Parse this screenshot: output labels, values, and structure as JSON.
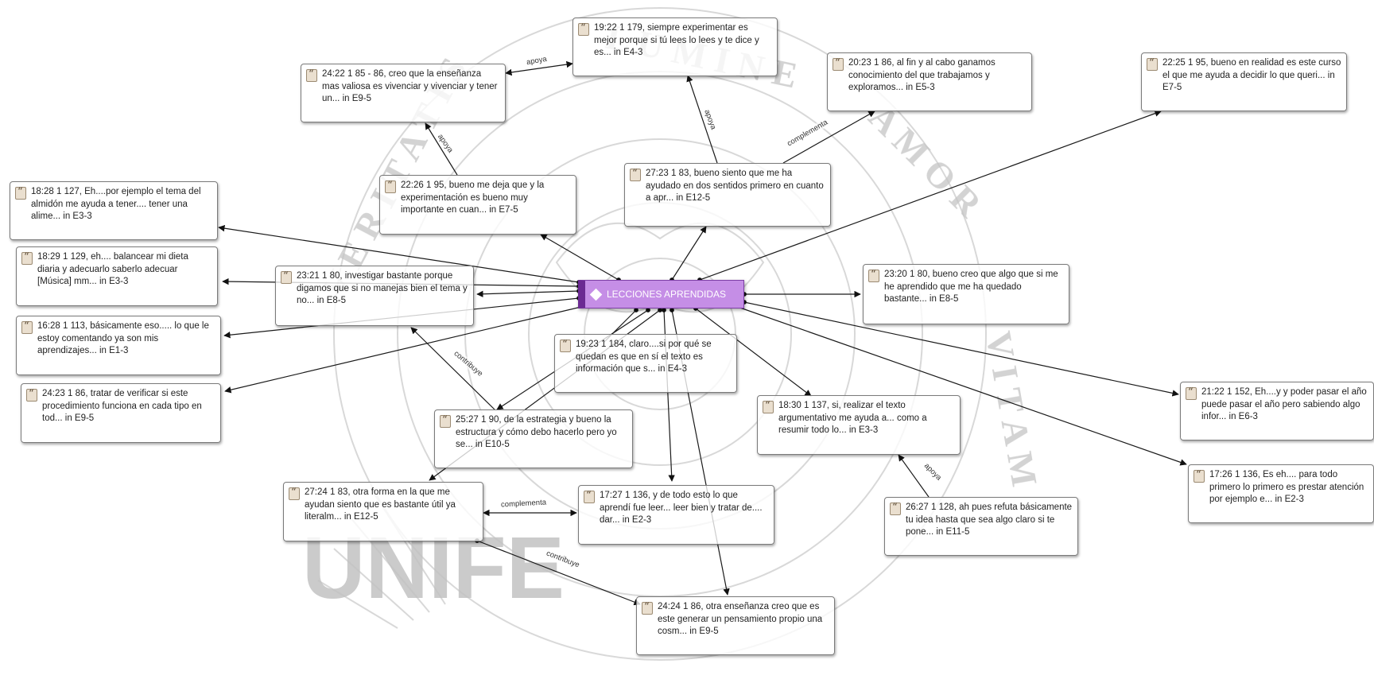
{
  "code": {
    "label": "LECCIONES APRENDIDAS",
    "color": "#c58ee6"
  },
  "quotes": [
    {
      "id": "q1",
      "text": "19:22 1 179, siempre experimentar es mejor porque si tú lees lo lees y te dice y es... in E4-3"
    },
    {
      "id": "q2",
      "text": "24:22 1 85 - 86, creo que la enseñanza mas valiosa es vivenciar y vivenciar y tener un... in E9-5"
    },
    {
      "id": "q3",
      "text": "20:23 1 86, al fin y al cabo ganamos conocimiento del que trabajamos y exploramos... in E5-3"
    },
    {
      "id": "q4",
      "text": "22:25 1 95, bueno en realidad es este curso el que me ayuda a decidir lo que queri... in E7-5"
    },
    {
      "id": "q5",
      "text": "18:28 1 127, Eh....por ejemplo el tema del almidón me ayuda a tener.... tener una alime... in E3-3"
    },
    {
      "id": "q6",
      "text": "22:26 1 95, bueno me deja que y la experimentación es bueno muy importante en cuan... in E7-5"
    },
    {
      "id": "q7",
      "text": "27:23 1 83, bueno siento que me ha ayudado en dos sentidos primero en cuanto a apr... in E12-5"
    },
    {
      "id": "q8",
      "text": "18:29 1 129, eh.... balancear mi dieta diaria y adecuarlo saberlo adecuar [Música] mm... in E3-3"
    },
    {
      "id": "q9",
      "text": "23:21 1 80, investigar bastante porque digamos que si no manejas bien el tema y no... in E8-5"
    },
    {
      "id": "q10",
      "text": "23:20 1 80, bueno creo que algo que si me he aprendido que me ha quedado bastante... in E8-5"
    },
    {
      "id": "q11",
      "text": "16:28 1 113, básicamente eso..... lo que le estoy comentando ya son mis aprendizajes... in E1-3"
    },
    {
      "id": "q12",
      "text": "19:23 1 184, claro....si por qué se quedan es que en sí el texto es información que s... in E4-3"
    },
    {
      "id": "q13",
      "text": "24:23 1 86, tratar de verificar si este procedimiento funciona en cada tipo en tod... in E9-5"
    },
    {
      "id": "q14",
      "text": "21:22 1 152, Eh....y y poder pasar el año puede pasar el año pero sabiendo algo infor... in E6-3"
    },
    {
      "id": "q15",
      "text": "18:30 1 137, si, realizar el texto argumentativo me ayuda a... como a resumir todo lo... in E3-3"
    },
    {
      "id": "q16",
      "text": "25:27 1 90, de la estrategia y bueno la estructura y cómo debo hacerlo pero yo se... in E10-5"
    },
    {
      "id": "q17",
      "text": "17:26 1 136, Es eh.... para todo primero lo primero es prestar atención por ejemplo e... in E2-3"
    },
    {
      "id": "q18",
      "text": "27:24 1 83, otra forma en la que me ayudan siento que es bastante útil ya literalm... in E12-5"
    },
    {
      "id": "q19",
      "text": "17:27 1 136, y de todo esto lo que aprendí fue leer... leer bien y tratar de.... dar... in E2-3"
    },
    {
      "id": "q20",
      "text": "26:27 1 128, ah pues refuta básicamente tu idea hasta que sea algo claro si te pone... in E11-5"
    },
    {
      "id": "q21",
      "text": "24:24 1 86, otra enseñanza creo que es este generar un pensamiento propio una cosm... in E9-5"
    }
  ],
  "relations": {
    "apoya_1": "apoya",
    "apoya_2": "apoya",
    "apoya_3": "apoya",
    "apoya_4": "apoya",
    "complementa_1": "complementa",
    "complementa_2": "complementa",
    "contribuye_1": "contribuye",
    "contribuye_2": "contribuye"
  },
  "watermark": {
    "seal_text": "VERITATIS LUMINE AMOR VITAM",
    "logo_text": "UNIFE"
  },
  "icons": {
    "quote": "quotation-document-icon",
    "code": "code-diamond-icon"
  }
}
